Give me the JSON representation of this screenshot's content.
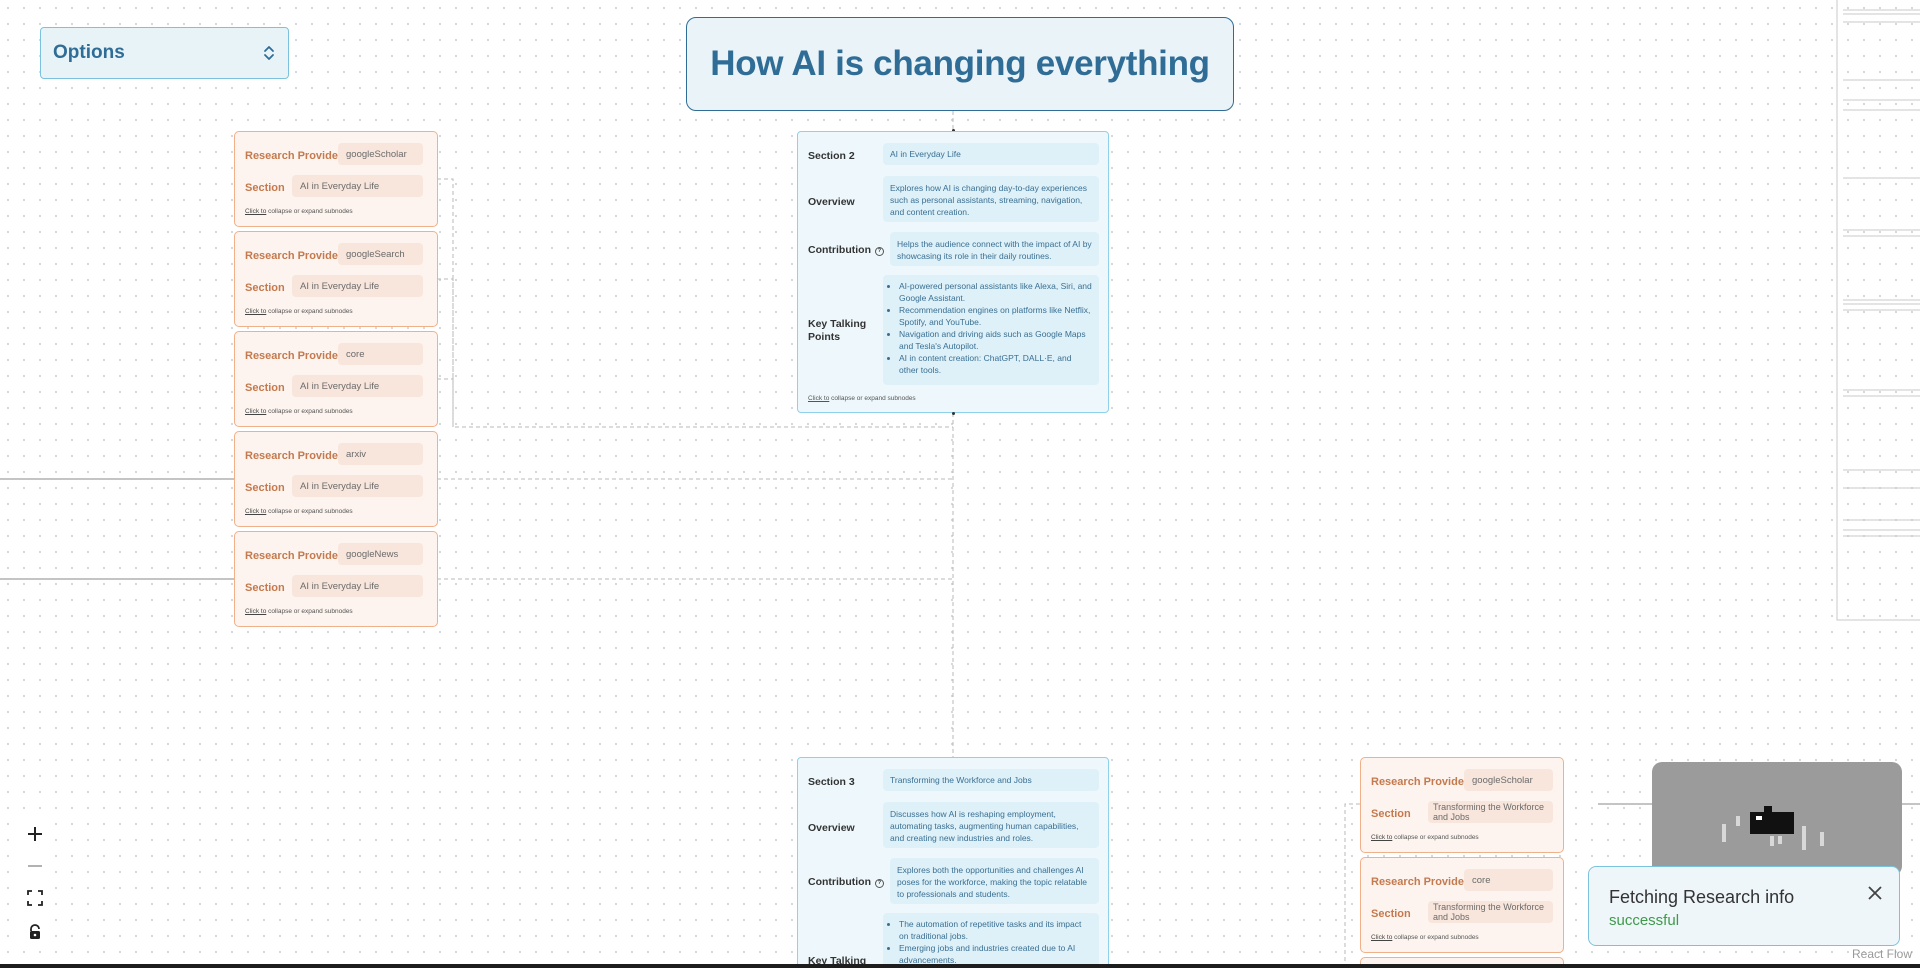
{
  "options": {
    "label": "Options"
  },
  "title": "How AI is changing everything",
  "labels": {
    "research_provider": "Research Provider",
    "section": "Section",
    "overview": "Overview",
    "contribution": "Contribution",
    "key_talking_points": "Key Talking Points",
    "key_talking_partial": "Key Talking",
    "click_to": "Click to",
    "collapse_hint": "collapse or expand subnodes"
  },
  "providers_section2": [
    {
      "provider": "googleScholar",
      "section": "AI in Everyday Life"
    },
    {
      "provider": "googleSearch",
      "section": "AI in Everyday Life"
    },
    {
      "provider": "core",
      "section": "AI in Everyday Life"
    },
    {
      "provider": "arxiv",
      "section": "AI in Everyday Life"
    },
    {
      "provider": "googleNews",
      "section": "AI in Everyday Life"
    }
  ],
  "providers_section3": [
    {
      "provider": "googleScholar",
      "section": "Transforming the Workforce and Jobs"
    },
    {
      "provider": "core",
      "section": "Transforming the Workforce and Jobs"
    }
  ],
  "section2": {
    "label": "Section 2",
    "name": "AI in Everyday Life",
    "overview": "Explores how AI is changing day-to-day experiences such as personal assistants, streaming, navigation, and content creation.",
    "contribution": "Helps the audience connect with the impact of AI by showcasing its role in their daily routines.",
    "points": [
      "AI-powered personal assistants like Alexa, Siri, and Google Assistant.",
      "Recommendation engines on platforms like Netflix, Spotify, and YouTube.",
      "Navigation and driving aids such as Google Maps and Tesla's Autopilot.",
      "AI in content creation: ChatGPT, DALL·E, and other tools."
    ]
  },
  "section3": {
    "label": "Section 3",
    "name": "Transforming the Workforce and Jobs",
    "overview": "Discusses how AI is reshaping employment, automating tasks, augmenting human capabilities, and creating new industries and roles.",
    "contribution": "Explores both the opportunities and challenges AI poses for the workforce, making the topic relatable to professionals and students.",
    "points": [
      "The automation of repetitive tasks and its impact on traditional jobs.",
      "Emerging jobs and industries created due to AI advancements."
    ]
  },
  "toast": {
    "title": "Fetching Research info",
    "status": "successful"
  },
  "attribution": "React Flow",
  "icons": [
    "chevron-updown-icon",
    "plus-icon",
    "minus-icon",
    "fit-view-icon",
    "lock-icon",
    "close-icon",
    "help-icon"
  ]
}
